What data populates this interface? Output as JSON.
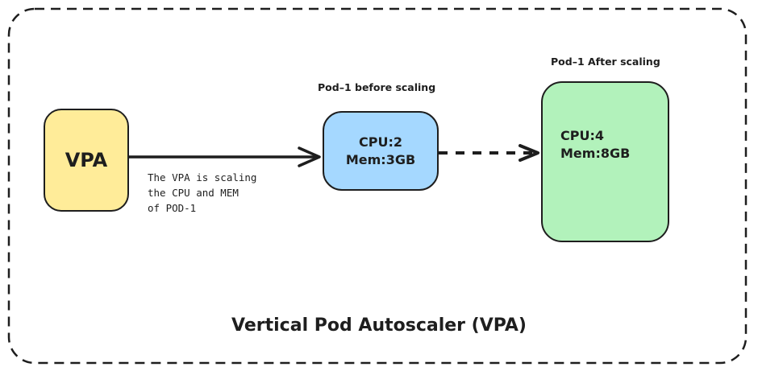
{
  "diagram": {
    "title": "Vertical Pod Autoscaler (VPA)",
    "nodes": {
      "vpa": {
        "label": "VPA",
        "color": "#ffec99"
      },
      "pod_before": {
        "caption": "Pod–1 before scaling",
        "cpu": "CPU:2",
        "mem": "Mem:3GB",
        "color": "#a5d8ff"
      },
      "pod_after": {
        "caption": "Pod–1 After scaling",
        "cpu": "CPU:4",
        "mem": "Mem:8GB",
        "color": "#b2f2bb"
      }
    },
    "edges": [
      {
        "from": "vpa",
        "to": "pod_before",
        "style": "solid",
        "note_lines": [
          "The VPA is scaling",
          "the CPU and MEM",
          "of POD-1"
        ]
      },
      {
        "from": "pod_before",
        "to": "pod_after",
        "style": "dashed"
      }
    ],
    "stroke_color": "#1e1e1e"
  }
}
